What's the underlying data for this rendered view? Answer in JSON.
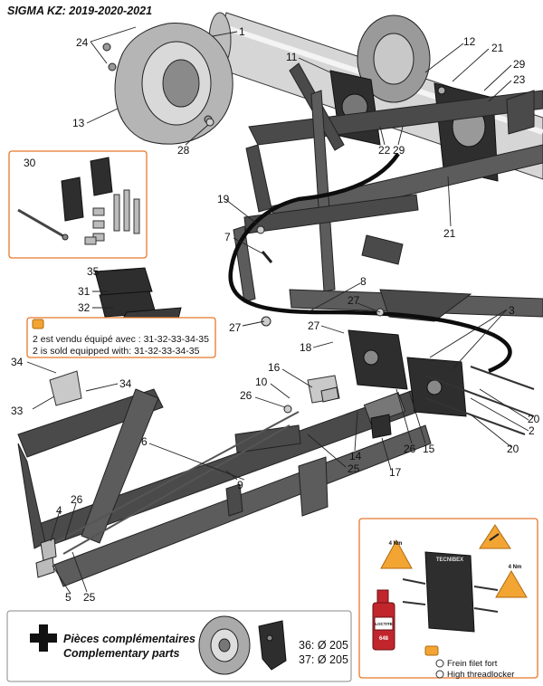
{
  "title": "SIGMA KZ: 2019-2020-2021",
  "part_labels": [
    {
      "id": "p24",
      "text": "24"
    },
    {
      "id": "p1",
      "text": "1"
    },
    {
      "id": "p13",
      "text": "13"
    },
    {
      "id": "p28",
      "text": "28"
    },
    {
      "id": "p11",
      "text": "11"
    },
    {
      "id": "p12",
      "text": "12"
    },
    {
      "id": "p21a",
      "text": "21"
    },
    {
      "id": "p29a",
      "text": "29"
    },
    {
      "id": "p23",
      "text": "23"
    },
    {
      "id": "p22",
      "text": "22"
    },
    {
      "id": "p29b",
      "text": "29"
    },
    {
      "id": "p21b",
      "text": "21"
    },
    {
      "id": "p30",
      "text": "30"
    },
    {
      "id": "p19",
      "text": "19"
    },
    {
      "id": "p7",
      "text": "7"
    },
    {
      "id": "p8",
      "text": "8"
    },
    {
      "id": "p35",
      "text": "35"
    },
    {
      "id": "p31",
      "text": "31"
    },
    {
      "id": "p32",
      "text": "32"
    },
    {
      "id": "p27a",
      "text": "27"
    },
    {
      "id": "p27b",
      "text": "27"
    },
    {
      "id": "p27c",
      "text": "27"
    },
    {
      "id": "p3",
      "text": "3"
    },
    {
      "id": "p18",
      "text": "18"
    },
    {
      "id": "p34a",
      "text": "34"
    },
    {
      "id": "p34b",
      "text": "34"
    },
    {
      "id": "p33",
      "text": "33"
    },
    {
      "id": "p16",
      "text": "16"
    },
    {
      "id": "p10",
      "text": "10"
    },
    {
      "id": "p26a",
      "text": "26"
    },
    {
      "id": "p6",
      "text": "6"
    },
    {
      "id": "p14",
      "text": "14"
    },
    {
      "id": "p26b",
      "text": "26"
    },
    {
      "id": "p15",
      "text": "15"
    },
    {
      "id": "p2",
      "text": "2"
    },
    {
      "id": "p20a",
      "text": "20"
    },
    {
      "id": "p20b",
      "text": "20"
    },
    {
      "id": "p25a",
      "text": "25"
    },
    {
      "id": "p17",
      "text": "17"
    },
    {
      "id": "p9",
      "text": "9"
    },
    {
      "id": "p26c",
      "text": "26"
    },
    {
      "id": "p4",
      "text": "4"
    },
    {
      "id": "p5",
      "text": "5"
    },
    {
      "id": "p25b",
      "text": "25"
    }
  ],
  "note": {
    "line1": "2 est vendu équipé avec : 31-32-33-34-35",
    "line2": "2 is sold equipped with: 31-32-33-34-35"
  },
  "footer": {
    "fr": "Pièces complémentaires",
    "en": "Complementary parts",
    "dim36": "36: Ø 205",
    "dim37": "37: Ø 205"
  },
  "inset": {
    "torque1": "4 Nm",
    "torque2": "4 Nm",
    "brand": "TECNIBEX",
    "loctite_brand": "LOCTITE",
    "loctite_num": "648",
    "threadlocker_fr": "Frein filet fort",
    "threadlocker_en": "High threadlocker"
  },
  "colors": {
    "accent": "#e8782a",
    "frame": "#4a4a4a",
    "warning": "#f2a533",
    "bottle_red": "#c0262c"
  }
}
